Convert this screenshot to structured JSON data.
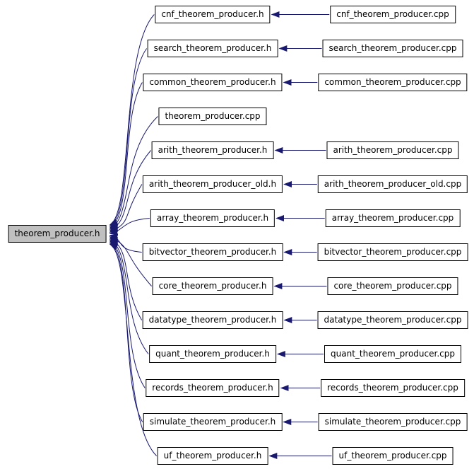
{
  "graph": {
    "center": {
      "label": "theorem_producer.h"
    },
    "rows": [
      {
        "header": "cnf_theorem_producer.h",
        "source": "cnf_theorem_producer.cpp"
      },
      {
        "header": "search_theorem_producer.h",
        "source": "search_theorem_producer.cpp"
      },
      {
        "header": "common_theorem_producer.h",
        "source": "common_theorem_producer.cpp"
      },
      {
        "header": "theorem_producer.cpp",
        "source": null
      },
      {
        "header": "arith_theorem_producer.h",
        "source": "arith_theorem_producer.cpp"
      },
      {
        "header": "arith_theorem_producer_old.h",
        "source": "arith_theorem_producer_old.cpp"
      },
      {
        "header": "array_theorem_producer.h",
        "source": "array_theorem_producer.cpp"
      },
      {
        "header": "bitvector_theorem_producer.h",
        "source": "bitvector_theorem_producer.cpp"
      },
      {
        "header": "core_theorem_producer.h",
        "source": "core_theorem_producer.cpp"
      },
      {
        "header": "datatype_theorem_producer.h",
        "source": "datatype_theorem_producer.cpp"
      },
      {
        "header": "quant_theorem_producer.h",
        "source": "quant_theorem_producer.cpp"
      },
      {
        "header": "records_theorem_producer.h",
        "source": "records_theorem_producer.cpp"
      },
      {
        "header": "simulate_theorem_producer.h",
        "source": "simulate_theorem_producer.cpp"
      },
      {
        "header": "uf_theorem_producer.h",
        "source": "uf_theorem_producer.cpp"
      }
    ],
    "colors": {
      "edge": "#191970",
      "center_bg": "#c0c0c0",
      "node_bg": "#ffffff",
      "border": "#000000"
    }
  }
}
